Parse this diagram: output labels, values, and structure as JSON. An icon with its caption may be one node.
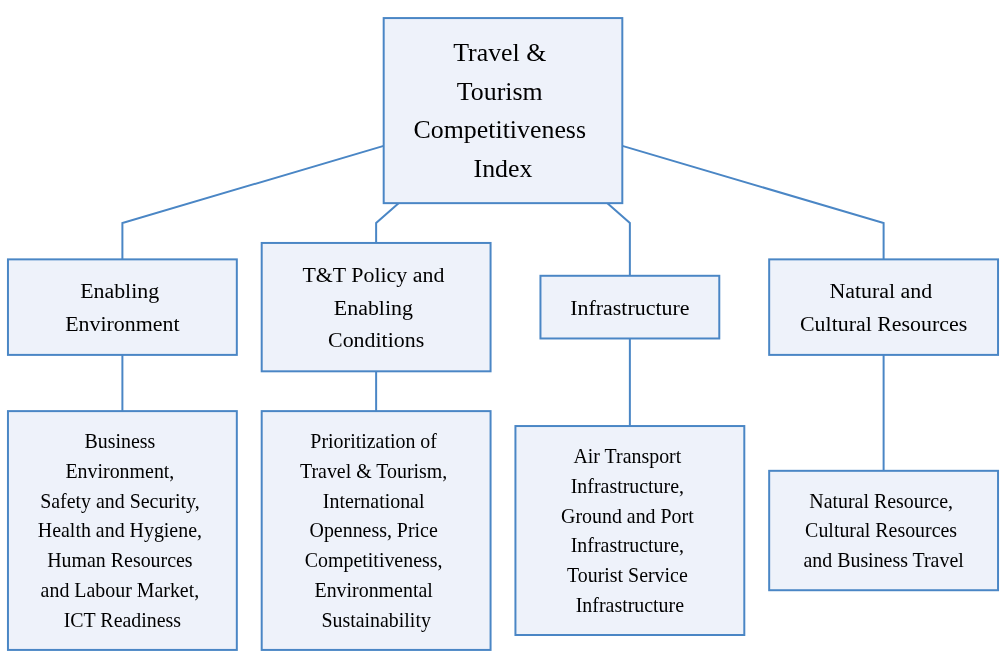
{
  "diagram": {
    "nodes": [
      {
        "text": [
          "Travel & Tourism Competitiveness Index"
        ]
      },
      {
        "text": [
          "Enabling Environment"
        ]
      },
      {
        "text": [
          "T&T Policy and Enabling Conditions"
        ]
      },
      {
        "text": [
          "Infrastructure"
        ]
      },
      {
        "text": [
          "Natural and Cultural Resources"
        ]
      },
      {
        "text": [
          "Business Environment, Safety and Security, Health and Hygiene, Human Resources and Labour Market, ICT Readiness"
        ]
      },
      {
        "text": [
          "Prioritization of Travel & Tourism, International Openness, Price Competitiveness, Environmental Sustainability"
        ]
      },
      {
        "text": [
          "Air Transport Infrastructure, Ground and Port Infrastructure, Tourist Service Infrastructure"
        ]
      },
      {
        "text": [
          "Natural Resource, Cultural Resources and Business Travel"
        ]
      }
    ],
    "edges": [
      {
        "from": 0,
        "to": 1,
        "arrow": "none"
      },
      {
        "from": 0,
        "to": 2,
        "arrow": "none"
      },
      {
        "from": 0,
        "to": 3,
        "arrow": "none"
      },
      {
        "from": 0,
        "to": 4,
        "arrow": "none"
      },
      {
        "from": 1,
        "to": 5,
        "arrow": "none"
      },
      {
        "from": 2,
        "to": 6,
        "arrow": "none"
      },
      {
        "from": 3,
        "to": 7,
        "arrow": "none"
      },
      {
        "from": 4,
        "to": 8,
        "arrow": "none"
      }
    ]
  }
}
